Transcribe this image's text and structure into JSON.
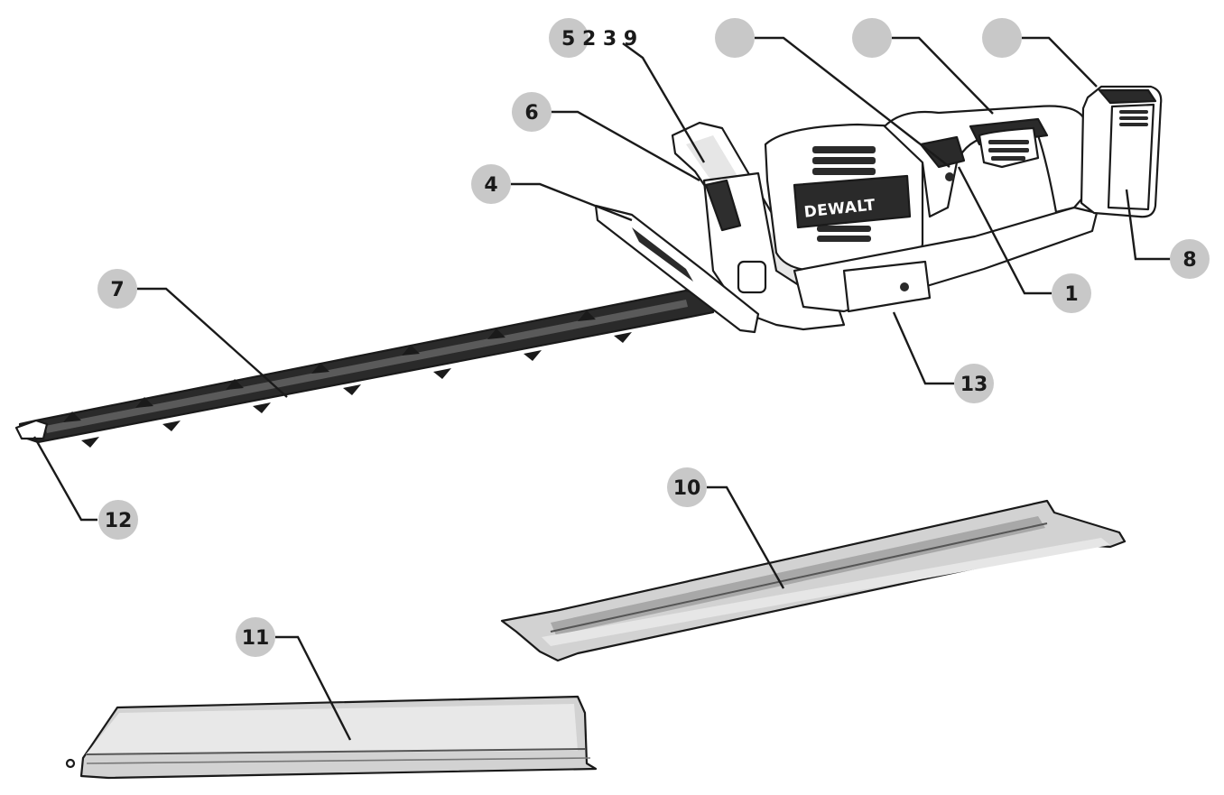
{
  "brand": "DEWALT",
  "header_callout": "5 2 3 9",
  "callouts": {
    "c1": "1",
    "c4": "4",
    "c6": "6",
    "c7": "7",
    "c8": "8",
    "c10": "10",
    "c11": "11",
    "c12": "12",
    "c13": "13",
    "blank_a": "",
    "blank_b": "",
    "blank_c": ""
  },
  "colors": {
    "bubble": "#c8c8c8",
    "ink": "#1a1a1a",
    "guard_fill": "#d2d2d2"
  }
}
